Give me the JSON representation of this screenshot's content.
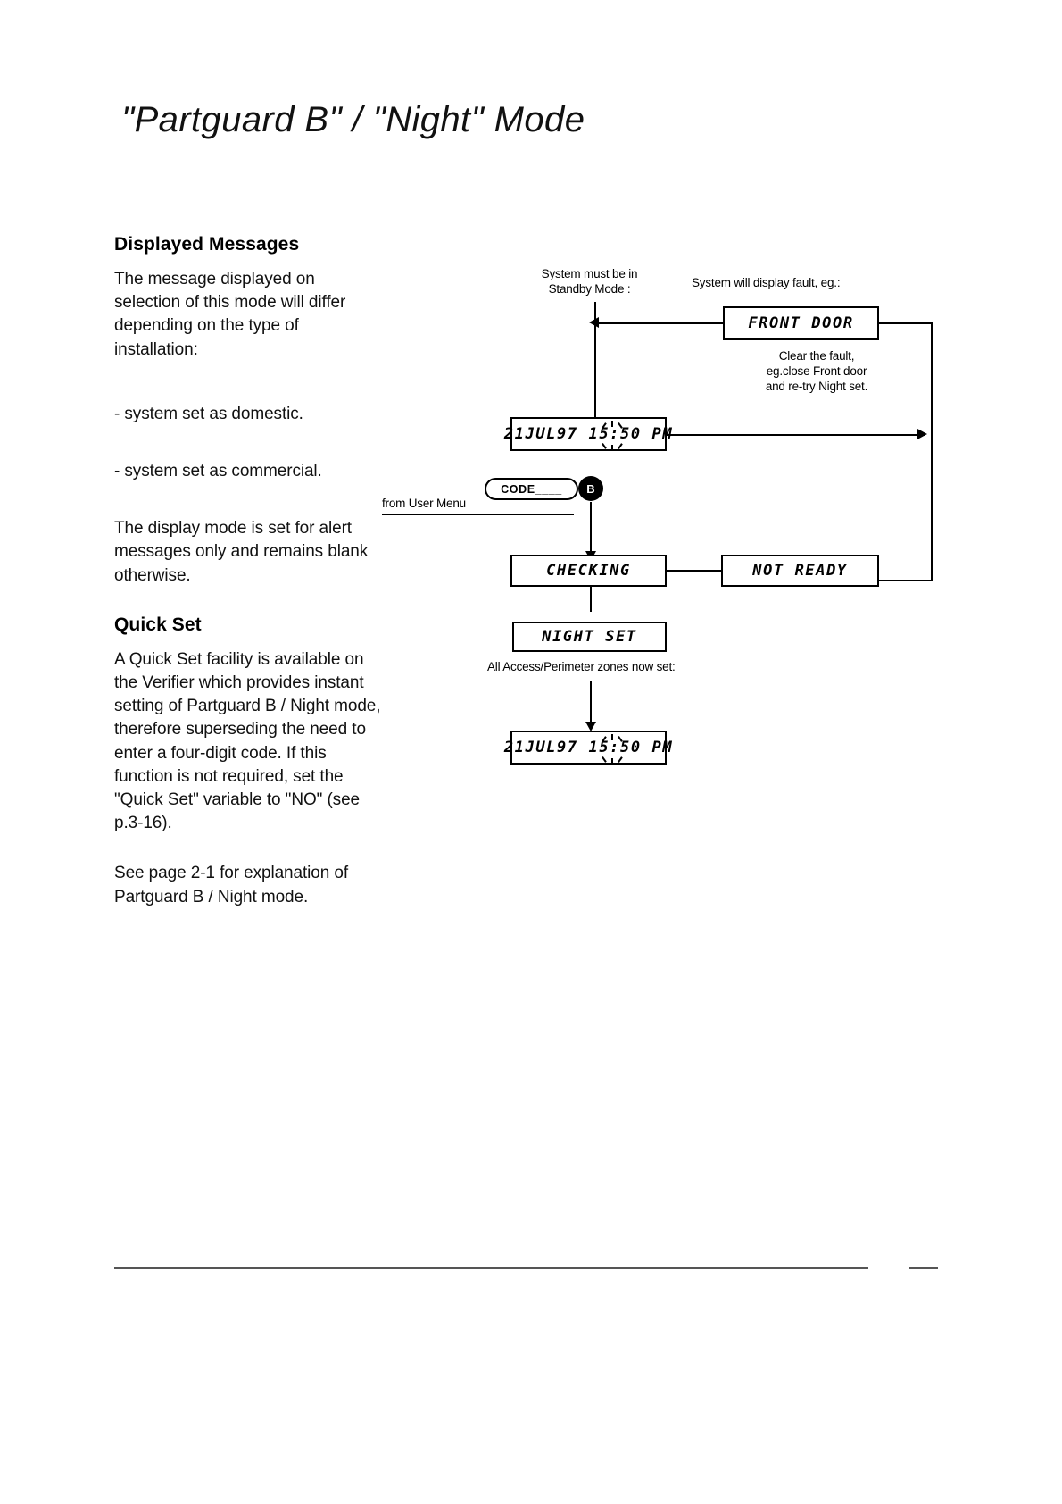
{
  "document": {
    "title": "\"Partguard B\" / \"Night\" Mode"
  },
  "left_column": {
    "section1": {
      "heading": "Displayed Messages",
      "intro": "The message displayed on selection of this mode will differ depending on the type of installation:",
      "bullet_domestic": "- system set as domestic.",
      "bullet_commercial": "- system set as commercial.",
      "note": "The display mode is set for alert messages only and remains blank otherwise."
    },
    "section2": {
      "heading": "Quick Set",
      "body": "A Quick Set facility is available on the Verifier which provides instant setting of Partguard B / Night mode, therefore superseding the need to enter a four-digit code. If this function is not required, set the \"Quick Set\" variable to \"NO\" (see p.3-16).",
      "reference": "See page 2-1 for explanation of Partguard B / Night mode."
    }
  },
  "diagram": {
    "labels": {
      "standby": "System must be in\nStandby Mode :",
      "fault": "System will display fault, eg.:",
      "clear_fault": "Clear the fault,\neg.close Front door\nand re-try Night set.",
      "from_user_menu": "from User Menu",
      "zones_set": "All Access/Perimeter zones now set:"
    },
    "displays": {
      "front_door": "FRONT DOOR",
      "standby_clock": "21JUL97 15:50 PM",
      "checking": "CHECKING",
      "not_ready": "NOT READY",
      "night_set": "NIGHT SET",
      "final_clock": "21JUL97 15:50 PM"
    },
    "controls": {
      "code_entry": "CODE____",
      "button_b": "B"
    }
  }
}
